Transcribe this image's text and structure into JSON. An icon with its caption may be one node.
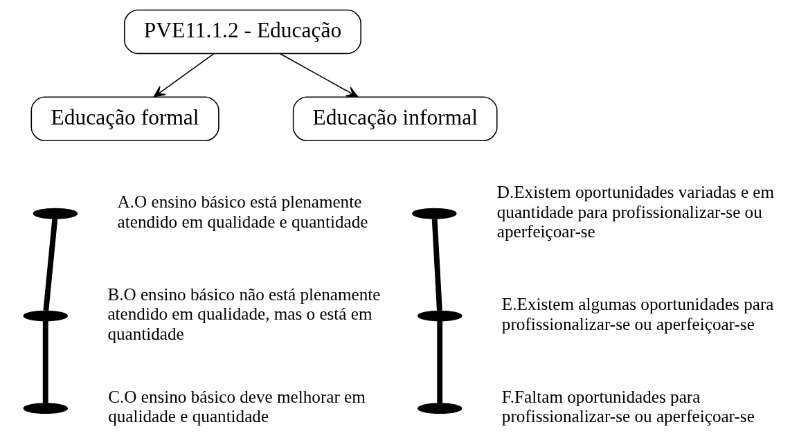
{
  "diagram": {
    "nodes": [
      {
        "text": [
          "PVE11.1.2 - Educação"
        ]
      },
      {
        "text": [
          "Educação formal"
        ]
      },
      {
        "text": [
          "Educação informal"
        ]
      },
      {
        "text": [],
        "shape": "ellipse",
        "beside": [
          "A.O ensino básico está plenamente atendido em qualidade e quantidade"
        ]
      },
      {
        "text": [],
        "shape": "ellipse",
        "beside": [
          "B.O ensino básico não está plenamente atendido em qualidade, mas o está em quantidade"
        ]
      },
      {
        "text": [],
        "shape": "ellipse",
        "beside": [
          "C.O ensino básico deve melhorar em qualidade e quantidade"
        ]
      },
      {
        "text": [],
        "shape": "ellipse",
        "beside": [
          "D.Existem oportunidades variadas e em quantidade para profissionalizar-se ou aperfeiçoar-se"
        ]
      },
      {
        "text": [],
        "shape": "ellipse",
        "beside": [
          "E.Existem algumas oportunidades para profissionalizar-se ou aperfeiçoar-se"
        ]
      },
      {
        "text": [],
        "shape": "ellipse",
        "beside": [
          "F.Faltam oportunidades para profissionalizar-se ou aperfeiçoar-se"
        ]
      }
    ],
    "edges": [
      {
        "from": 0,
        "to": 1,
        "arrow": "to"
      },
      {
        "from": 0,
        "to": 2,
        "arrow": "to"
      },
      {
        "from": 3,
        "to": 4,
        "arrow": "none"
      },
      {
        "from": 4,
        "to": 5,
        "arrow": "none"
      },
      {
        "from": 6,
        "to": 7,
        "arrow": "none"
      },
      {
        "from": 7,
        "to": 8,
        "arrow": "none"
      }
    ]
  }
}
